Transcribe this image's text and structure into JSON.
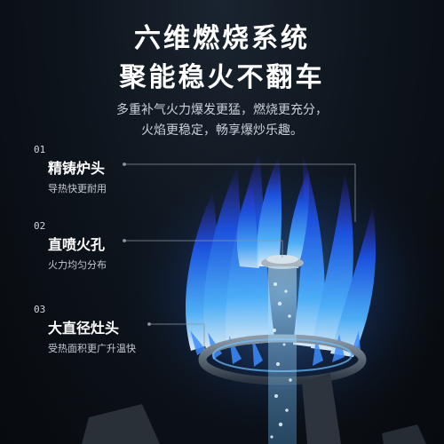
{
  "header": {
    "title_line1": "六维燃烧系统",
    "title_line2": "聚能稳火不翻车",
    "subtitle_line1": "多重补气火力爆发更猛，燃烧更充分，",
    "subtitle_line2": "火焰更稳定，畅享爆炒乐趣。"
  },
  "features": [
    {
      "num": "01",
      "name": "精铸炉头",
      "desc": "导热快更耐用"
    },
    {
      "num": "02",
      "name": "直喷火孔",
      "desc": "火力均匀分布"
    },
    {
      "num": "03",
      "name": "大直径灶头",
      "desc": "受热面积更广升温快"
    }
  ],
  "colors": {
    "flame_blue": "#1e6bff",
    "flame_core": "#bfe6ff",
    "background": "#0a0f15"
  }
}
